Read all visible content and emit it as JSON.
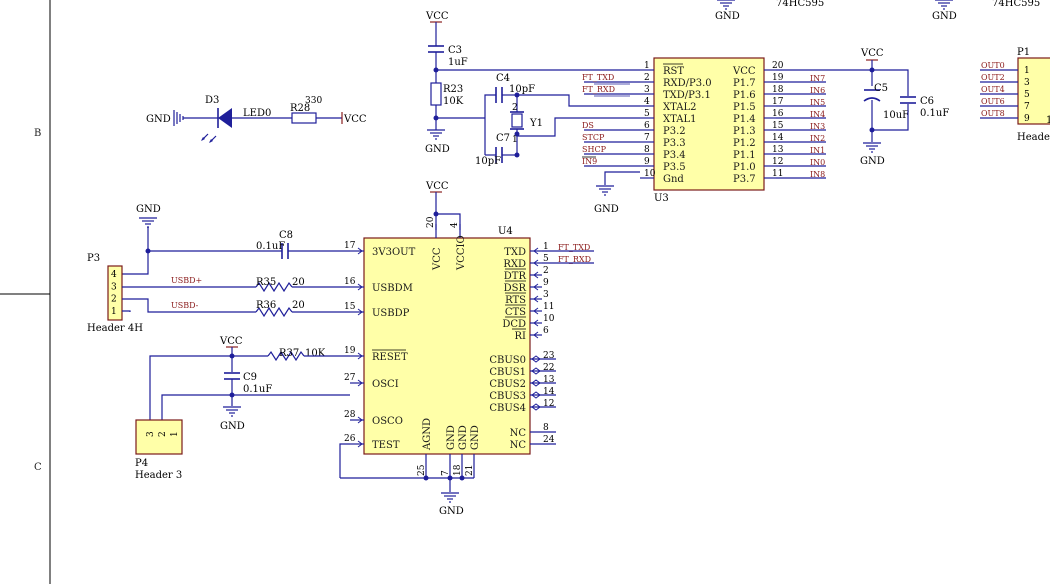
{
  "zones": {
    "b": "B",
    "c": "C"
  },
  "power": {
    "vcc": "VCC",
    "gnd": "GND"
  },
  "top_labels": {
    "chip1": "74HC595",
    "chip2": "74HC595"
  },
  "caps": {
    "c3": {
      "ref": "C3",
      "value": "1uF"
    },
    "c4": {
      "ref": "C4",
      "value": "10pF"
    },
    "c7": {
      "ref": "C7",
      "value": "10pF"
    },
    "c5": {
      "ref": "C5",
      "value": "10uF"
    },
    "c6": {
      "ref": "C6",
      "value": "0.1uF"
    },
    "c8": {
      "ref": "C8",
      "value": "0.1uF"
    },
    "c9": {
      "ref": "C9",
      "value": "0.1uF"
    }
  },
  "resistors": {
    "r23": {
      "ref": "R23",
      "value": "10K"
    },
    "r28": {
      "ref": "R28",
      "value": "330"
    },
    "r35": {
      "ref": "R35",
      "value": "20"
    },
    "r36": {
      "ref": "R36",
      "value": "20"
    },
    "r37": {
      "ref": "R37",
      "value": "10K"
    }
  },
  "led": {
    "ref": "D3",
    "net": "LED0"
  },
  "crystal": {
    "ref": "Y1",
    "pin1": "1",
    "pin2": "2"
  },
  "u3": {
    "ref": "U3",
    "left_pins": [
      {
        "num": "1",
        "name": "RST",
        "net": ""
      },
      {
        "num": "2",
        "name": "RXD/P3.0",
        "net": "FT_TXD"
      },
      {
        "num": "3",
        "name": "TXD/P3.1",
        "net": "FT_RXD"
      },
      {
        "num": "4",
        "name": "XTAL2",
        "net": ""
      },
      {
        "num": "5",
        "name": "XTAL1",
        "net": ""
      },
      {
        "num": "6",
        "name": "P3.2",
        "net": "DS"
      },
      {
        "num": "7",
        "name": "P3.3",
        "net": "STCP"
      },
      {
        "num": "8",
        "name": "P3.4",
        "net": "SHCP"
      },
      {
        "num": "9",
        "name": "P3.5",
        "net": "IN9"
      },
      {
        "num": "10",
        "name": "Gnd",
        "net": ""
      }
    ],
    "right_pins": [
      {
        "num": "20",
        "name": "VCC",
        "net": ""
      },
      {
        "num": "19",
        "name": "P1.7",
        "net": "IN7"
      },
      {
        "num": "18",
        "name": "P1.6",
        "net": "IN6"
      },
      {
        "num": "17",
        "name": "P1.5",
        "net": "IN5"
      },
      {
        "num": "16",
        "name": "P1.4",
        "net": "IN4"
      },
      {
        "num": "15",
        "name": "P1.3",
        "net": "IN3"
      },
      {
        "num": "14",
        "name": "P1.2",
        "net": "IN2"
      },
      {
        "num": "13",
        "name": "P1.1",
        "net": "IN1"
      },
      {
        "num": "12",
        "name": "P1.0",
        "net": "IN0"
      },
      {
        "num": "11",
        "name": "P3.7",
        "net": "IN8"
      }
    ]
  },
  "p1": {
    "ref": "P1",
    "label": "Header",
    "pins": [
      "1",
      "3",
      "5",
      "7",
      "9"
    ],
    "nets": [
      "OUT0",
      "OUT2",
      "OUT4",
      "OUT6",
      "OUT8"
    ],
    "extra": "1"
  },
  "u4": {
    "ref": "U4",
    "top_pins": [
      {
        "num": "20",
        "name": "VCC"
      },
      {
        "num": "4",
        "name": "VCCIO"
      }
    ],
    "left_pins": [
      {
        "num": "17",
        "name": "3V3OUT"
      },
      {
        "num": "16",
        "name": "USBDM"
      },
      {
        "num": "15",
        "name": "USBDP"
      },
      {
        "num": "19",
        "name": "RESET"
      },
      {
        "num": "27",
        "name": "OSCI"
      },
      {
        "num": "28",
        "name": "OSCO"
      },
      {
        "num": "26",
        "name": "TEST"
      }
    ],
    "right_pins": [
      {
        "num": "1",
        "name": "TXD",
        "net": "FT_TXD"
      },
      {
        "num": "5",
        "name": "RXD",
        "net": "FT_RXD"
      },
      {
        "num": "2",
        "name": "DTR",
        "net": ""
      },
      {
        "num": "9",
        "name": "DSR",
        "net": ""
      },
      {
        "num": "3",
        "name": "RTS",
        "net": ""
      },
      {
        "num": "11",
        "name": "CTS",
        "net": ""
      },
      {
        "num": "10",
        "name": "DCD",
        "net": ""
      },
      {
        "num": "6",
        "name": "RI",
        "net": ""
      }
    ],
    "cbus_pins": [
      {
        "num": "23",
        "name": "CBUS0"
      },
      {
        "num": "22",
        "name": "CBUS1"
      },
      {
        "num": "13",
        "name": "CBUS2"
      },
      {
        "num": "14",
        "name": "CBUS3"
      },
      {
        "num": "12",
        "name": "CBUS4"
      }
    ],
    "nc_pins": [
      {
        "num": "8",
        "name": "NC"
      },
      {
        "num": "24",
        "name": "NC"
      }
    ],
    "bottom_pins": [
      {
        "num": "25",
        "name": "AGND"
      },
      {
        "num": "7",
        "name": "GND"
      },
      {
        "num": "18",
        "name": "GND"
      },
      {
        "num": "21",
        "name": "GND"
      }
    ]
  },
  "p3": {
    "ref": "P3",
    "label": "Header 4H",
    "pins": [
      "4",
      "3",
      "2",
      "1"
    ]
  },
  "p4": {
    "ref": "P4",
    "label": "Header 3",
    "pins": [
      "3",
      "2",
      "1"
    ]
  },
  "nets": {
    "usbd_plus": "USBD+",
    "usbd_minus": "USBD-"
  }
}
